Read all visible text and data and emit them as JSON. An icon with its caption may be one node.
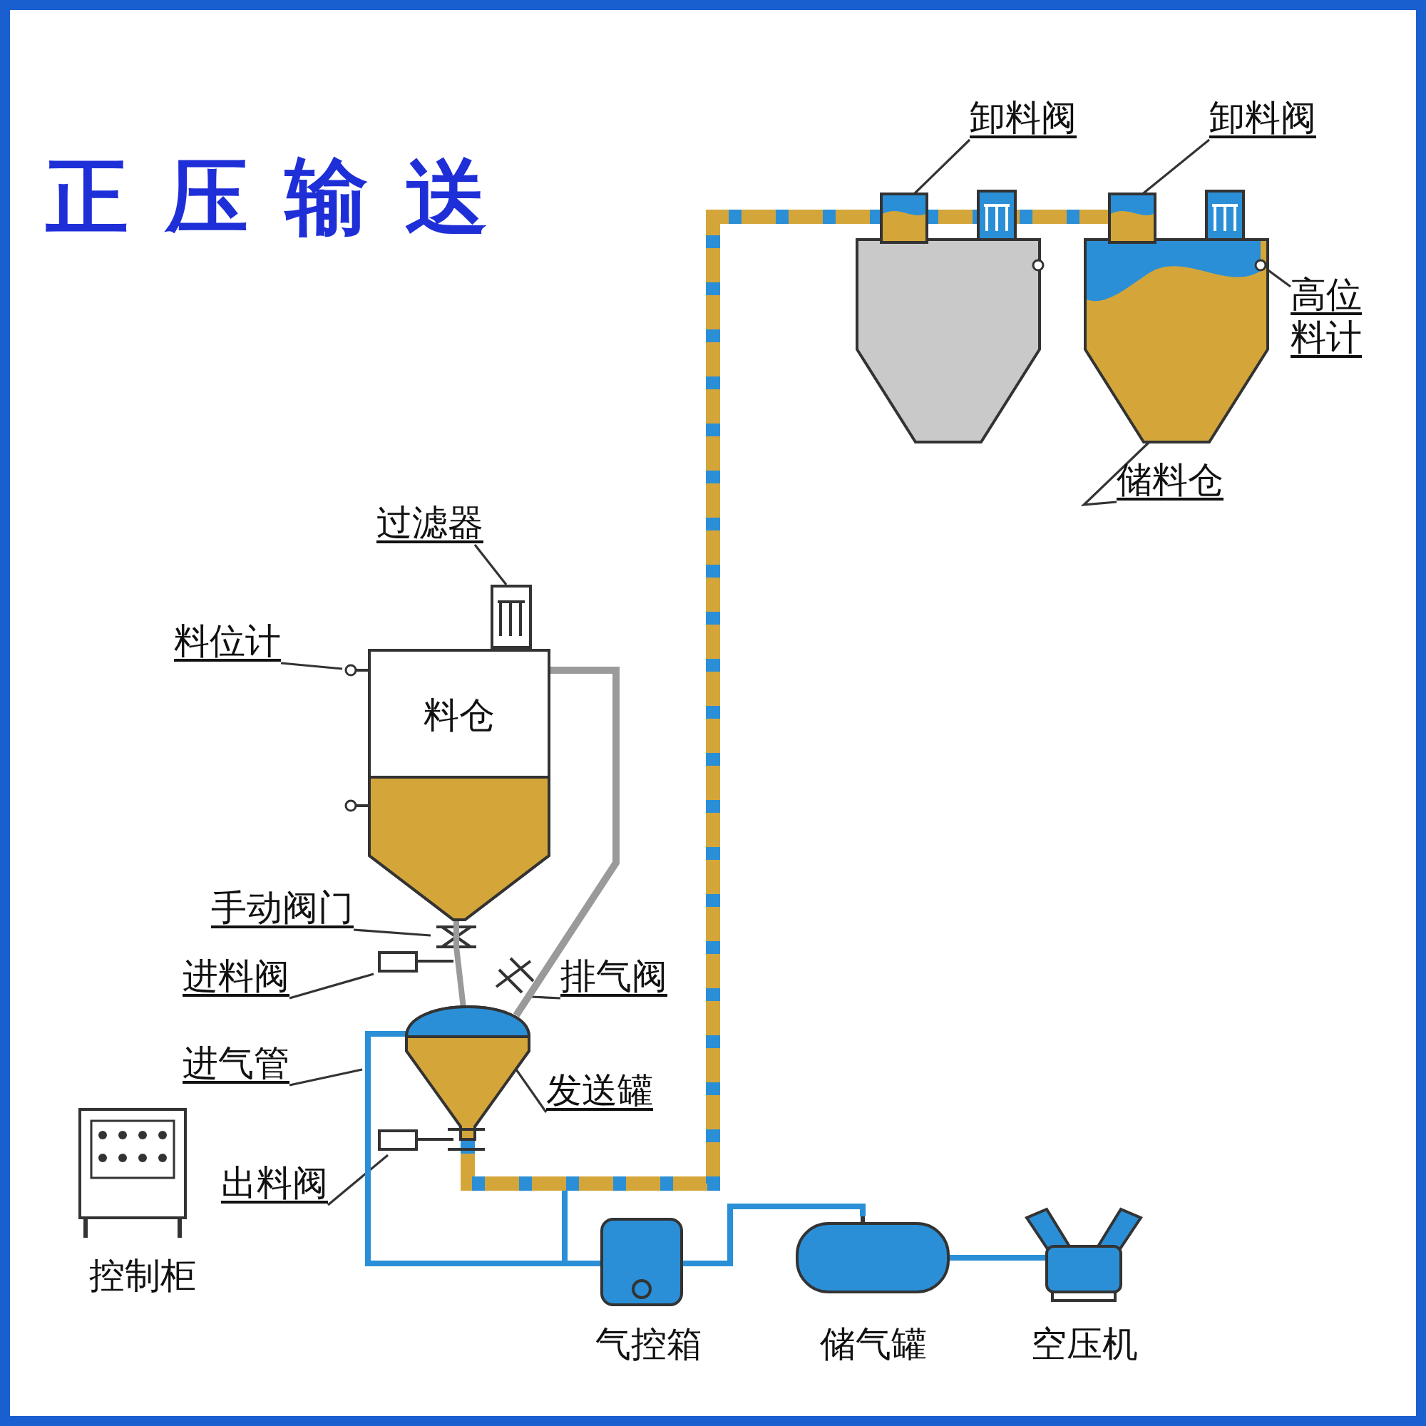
{
  "diagram": {
    "title": "正压输送",
    "nodes": [
      {
        "text": [
          "料仓"
        ]
      },
      {
        "text": [],
        "shape": "box"
      },
      {
        "text": [
          "过滤器"
        ]
      },
      {
        "text": [
          "料位计"
        ]
      },
      {
        "text": [
          "手动阀门"
        ]
      },
      {
        "text": [
          "进料阀"
        ]
      },
      {
        "text": [
          "排气阀"
        ]
      },
      {
        "text": [
          "进气管"
        ]
      },
      {
        "text": [
          "发送罐"
        ]
      },
      {
        "text": [],
        "shape": "tank"
      },
      {
        "text": [
          "出料阀"
        ]
      },
      {
        "text": [
          "控制柜"
        ]
      },
      {
        "text": [
          "气控箱"
        ]
      },
      {
        "text": [
          "储气罐"
        ]
      },
      {
        "text": [
          "空压机"
        ]
      },
      {
        "text": [
          "卸料阀"
        ]
      },
      {
        "text": [
          "卸料阀"
        ]
      },
      {
        "text": [],
        "shape": "bin"
      },
      {
        "text": [],
        "shape": "bin"
      },
      {
        "text": [
          "高位料计"
        ]
      },
      {
        "text": [
          "储料仓"
        ]
      }
    ],
    "edges": [
      {
        "from": 2,
        "to": 1,
        "arrow": "none"
      },
      {
        "from": 3,
        "to": 0,
        "arrow": "none"
      },
      {
        "from": 4,
        "to": 0,
        "arrow": "none"
      },
      {
        "from": 5,
        "to": 0,
        "arrow": "none"
      },
      {
        "from": 6,
        "to": 9,
        "arrow": "none"
      },
      {
        "from": 7,
        "to": null,
        "arrow": "none"
      },
      {
        "from": 8,
        "to": 9,
        "arrow": "none"
      },
      {
        "from": 10,
        "to": 9,
        "arrow": "none"
      },
      {
        "from": 15,
        "to": 17,
        "arrow": "none"
      },
      {
        "from": 16,
        "to": 18,
        "arrow": "none"
      },
      {
        "from": 19,
        "to": 18,
        "arrow": "none"
      },
      {
        "from": 20,
        "to": 18,
        "arrow": "none"
      },
      {
        "from": 14,
        "to": 13,
        "arrow": "none",
        "style": "thick",
        "color": "#2a8fd6"
      },
      {
        "from": 13,
        "to": 12,
        "arrow": "none",
        "style": "thick",
        "color": "#2a8fd6"
      },
      {
        "from": 12,
        "to": 9,
        "arrow": "none",
        "style": "thick",
        "color": "#2a8fd6"
      },
      {
        "from": 0,
        "to": 9,
        "arrow": "none",
        "style": "thick",
        "color": "#9a9a9a"
      },
      {
        "from": 9,
        "to": 17,
        "arrow": "none",
        "style": "thick",
        "color": "#d4a63a"
      },
      {
        "from": 17,
        "to": 18,
        "arrow": "none",
        "style": "thick",
        "color": "#d4a63a"
      },
      {
        "from": 0,
        "to": 9,
        "arrow": "none",
        "style": "thick",
        "color": "#9a9a9a"
      }
    ]
  }
}
